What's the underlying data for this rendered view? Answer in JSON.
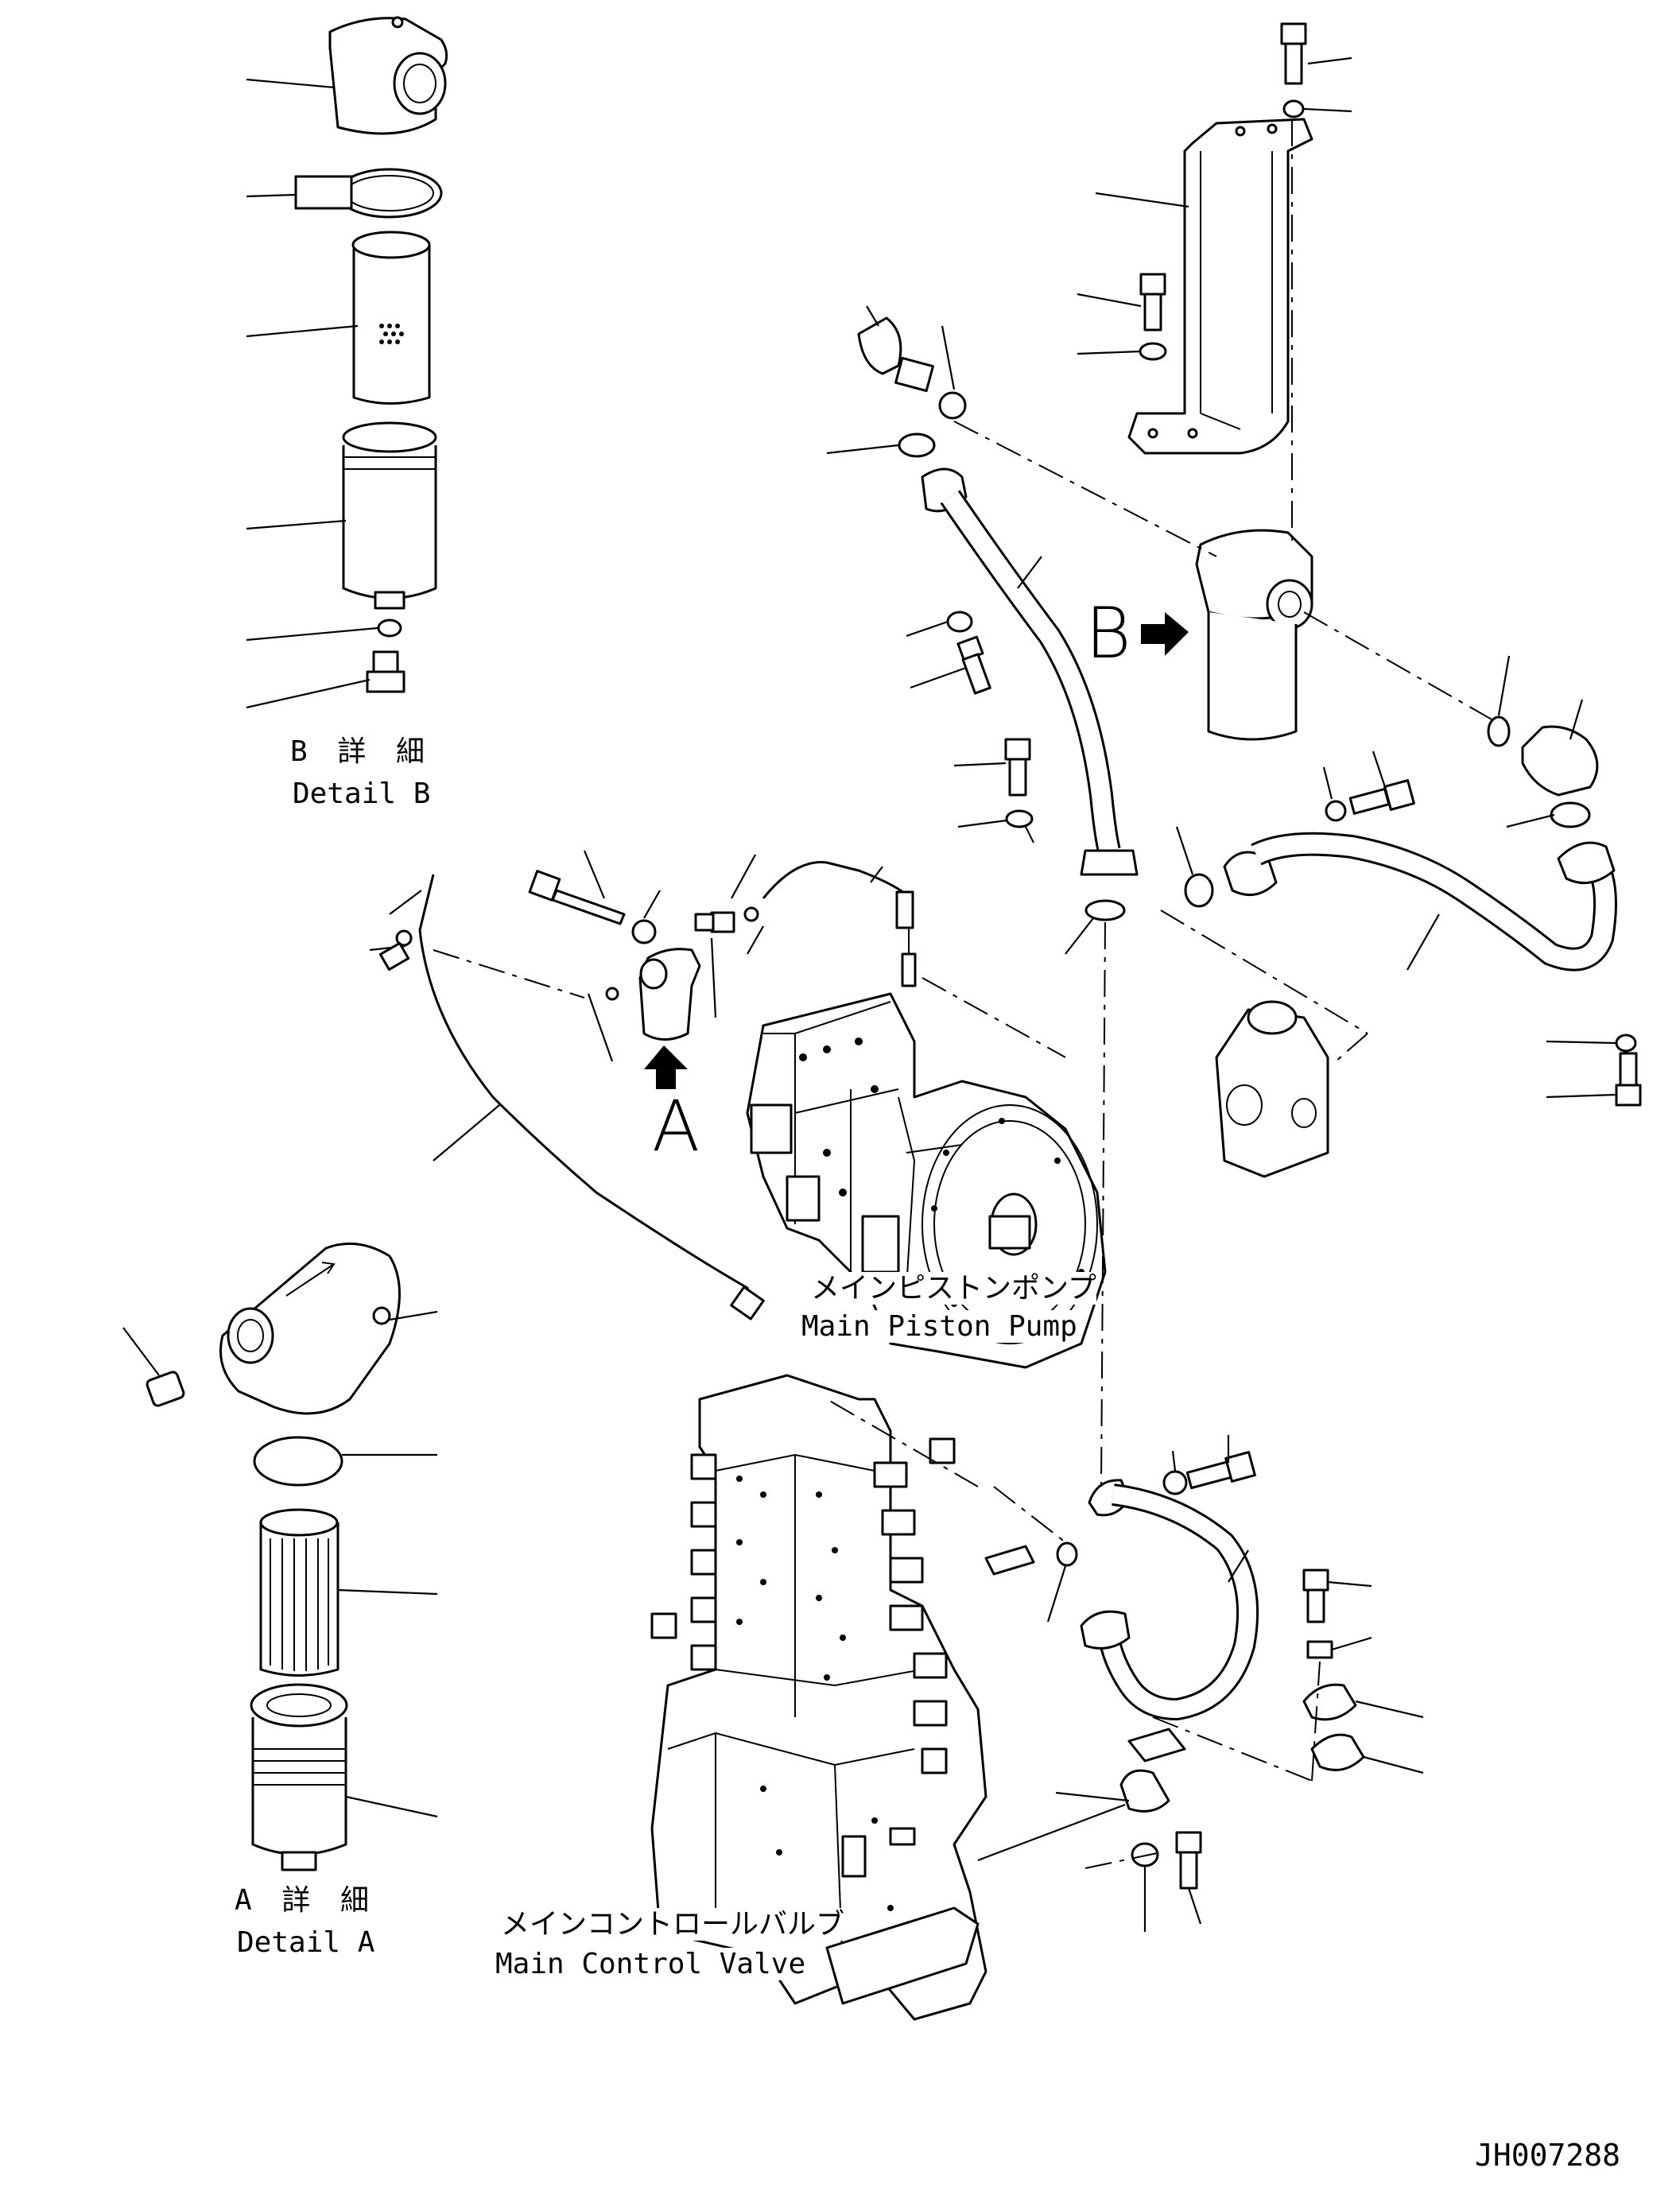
{
  "detail_b": {
    "jp": "B 詳 細",
    "en": "Detail B"
  },
  "detail_a": {
    "jp": "A 詳 細",
    "en": "Detail A"
  },
  "view_marker_a": "A",
  "view_marker_b": "B",
  "main_piston_pump": {
    "jp": "メインピストンポンプ",
    "en": "Main Piston Pump"
  },
  "main_control_valve": {
    "jp": "メインコントロールバルブ",
    "en": "Main Control Valve"
  },
  "drawing_code": "JH007288"
}
